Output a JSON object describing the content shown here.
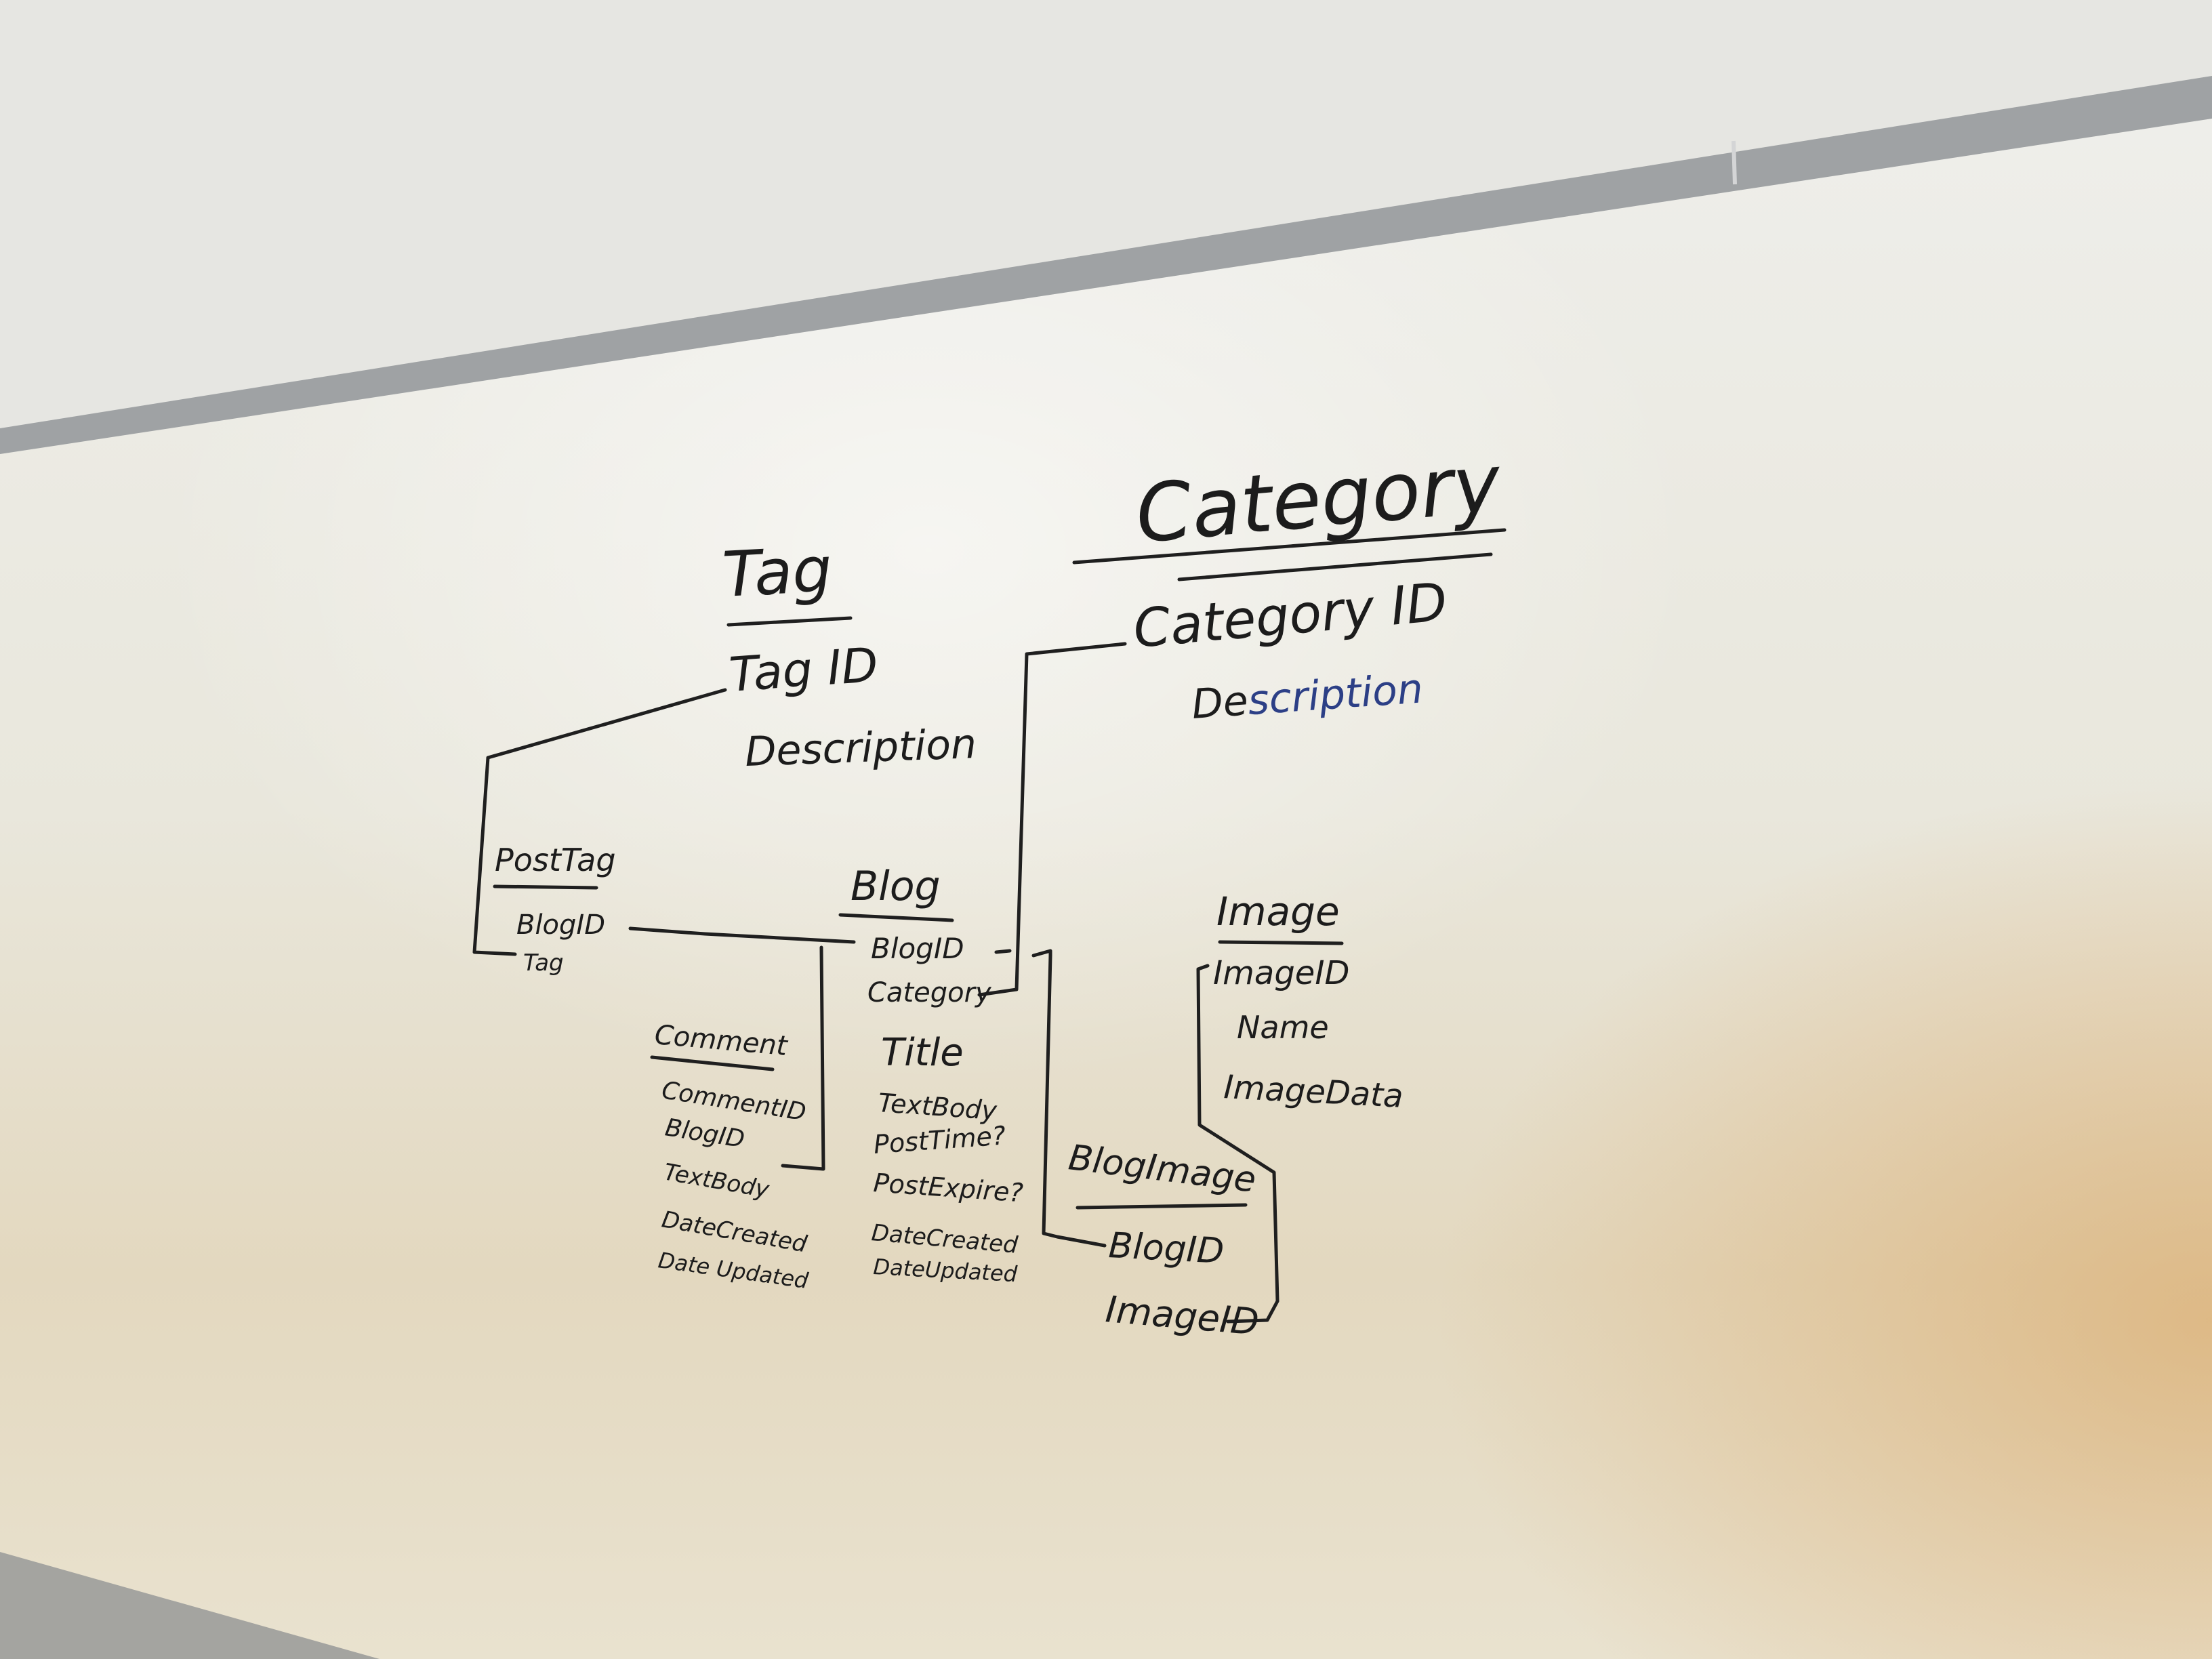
{
  "colors": {
    "wall": "#e6e6e2",
    "board": "#f1f0ea",
    "tray": "#9fa2a4",
    "ink_black": "#1c1c1c",
    "ink_blue": "#2c3f86"
  },
  "tables": {
    "tag": {
      "title": "Tag",
      "fields": [
        "Tag ID",
        "Description"
      ]
    },
    "category": {
      "title": "Category",
      "fields": [
        "Category ID"
      ],
      "description_black": "De",
      "description_blue": "scription"
    },
    "post_tag": {
      "title": "PostTag",
      "fields": [
        "BlogID",
        "Tag"
      ]
    },
    "blog": {
      "title": "Blog",
      "fields": [
        "BlogID",
        "Category",
        "Title",
        "TextBody",
        "PostTime?",
        "PostExpire?",
        "DateCreated",
        "DateUpdated"
      ]
    },
    "comment": {
      "title": "Comment",
      "fields": [
        "CommentID",
        "BlogID",
        "TextBody",
        "DateCreated",
        "Date Updated"
      ]
    },
    "image": {
      "title": "Image",
      "fields": [
        "ImageID",
        "Name",
        "ImageData"
      ]
    },
    "blog_image": {
      "title": "BlogImage",
      "fields": [
        "BlogID",
        "ImageID"
      ]
    }
  }
}
